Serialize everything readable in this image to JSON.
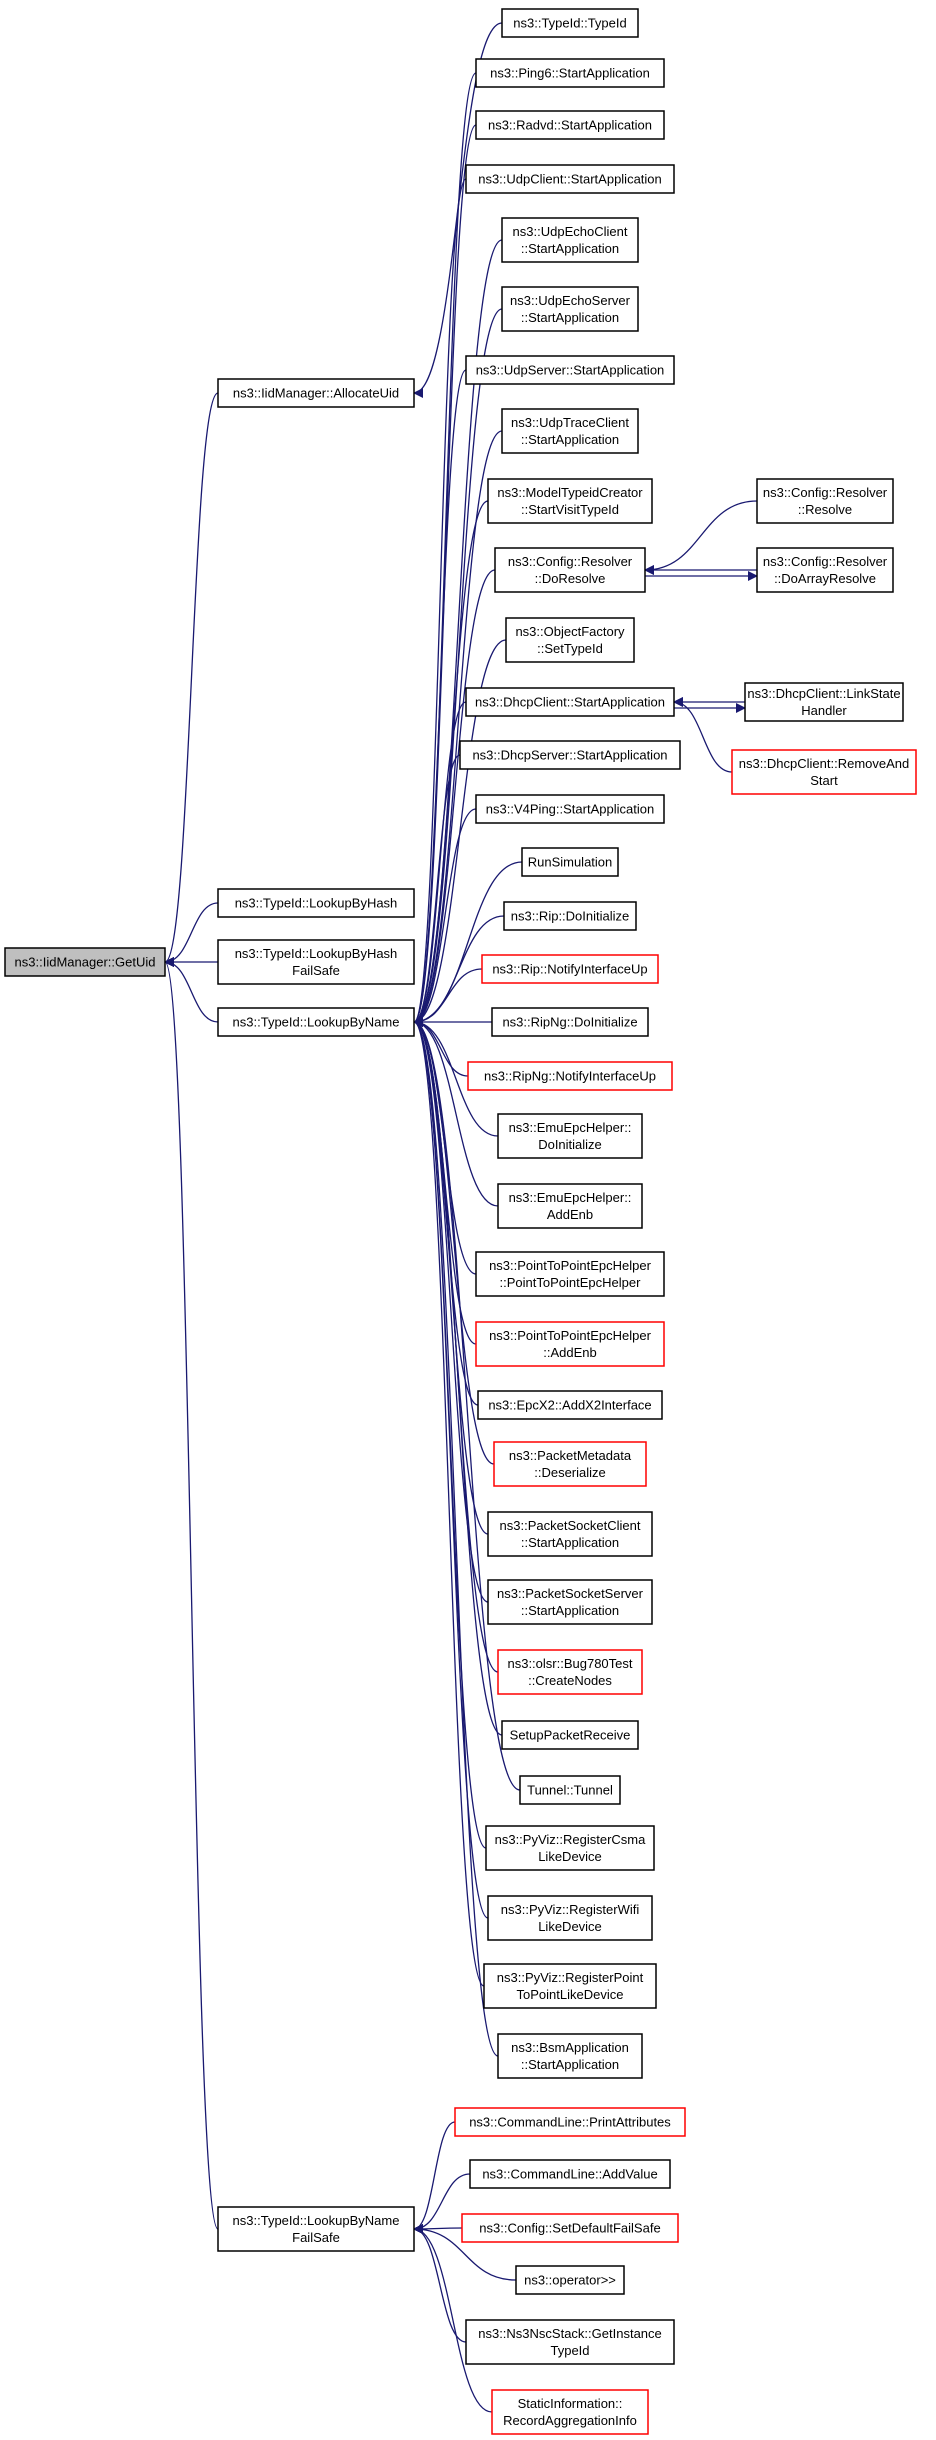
{
  "colors": {
    "edge": "#191970",
    "normal_border": "#000000",
    "truncated_border": "#ff0000",
    "root_fill": "#bfbfbf"
  },
  "nodes": {
    "getuid": {
      "lines": [
        "ns3::IidManager::GetUid"
      ],
      "truncated": false,
      "root": true
    },
    "allocateuid": {
      "lines": [
        "ns3::IidManager::AllocateUid"
      ],
      "truncated": false
    },
    "lookupbyhash": {
      "lines": [
        "ns3::TypeId::LookupByHash"
      ],
      "truncated": false
    },
    "lookupbyhashfailsafe": {
      "lines": [
        "ns3::TypeId::LookupByHash",
        "FailSafe"
      ],
      "truncated": false
    },
    "lookupbyname": {
      "lines": [
        "ns3::TypeId::LookupByName"
      ],
      "truncated": false
    },
    "lookupbynamefailsafe": {
      "lines": [
        "ns3::TypeId::LookupByName",
        "FailSafe"
      ],
      "truncated": false
    },
    "typeid": {
      "lines": [
        "ns3::TypeId::TypeId"
      ],
      "truncated": false
    },
    "ping6": {
      "lines": [
        "ns3::Ping6::StartApplication"
      ],
      "truncated": false
    },
    "radvd": {
      "lines": [
        "ns3::Radvd::StartApplication"
      ],
      "truncated": false
    },
    "udpclient": {
      "lines": [
        "ns3::UdpClient::StartApplication"
      ],
      "truncated": false
    },
    "udpechoclient": {
      "lines": [
        "ns3::UdpEchoClient",
        "::StartApplication"
      ],
      "truncated": false
    },
    "udpechoserver": {
      "lines": [
        "ns3::UdpEchoServer",
        "::StartApplication"
      ],
      "truncated": false
    },
    "udpserver": {
      "lines": [
        "ns3::UdpServer::StartApplication"
      ],
      "truncated": false
    },
    "udptraceclient": {
      "lines": [
        "ns3::UdpTraceClient",
        "::StartApplication"
      ],
      "truncated": false
    },
    "modeltypeid": {
      "lines": [
        "ns3::ModelTypeidCreator",
        "::StartVisitTypeId"
      ],
      "truncated": false
    },
    "doresolve": {
      "lines": [
        "ns3::Config::Resolver",
        "::DoResolve"
      ],
      "truncated": false
    },
    "resolve": {
      "lines": [
        "ns3::Config::Resolver",
        "::Resolve"
      ],
      "truncated": false
    },
    "doarrayresolve": {
      "lines": [
        "ns3::Config::Resolver",
        "::DoArrayResolve"
      ],
      "truncated": false
    },
    "objectfactory": {
      "lines": [
        "ns3::ObjectFactory",
        "::SetTypeId"
      ],
      "truncated": false
    },
    "dhcpclient": {
      "lines": [
        "ns3::DhcpClient::StartApplication"
      ],
      "truncated": false
    },
    "linkstate": {
      "lines": [
        "ns3::DhcpClient::LinkState",
        "Handler"
      ],
      "truncated": false
    },
    "removeandstart": {
      "lines": [
        "ns3::DhcpClient::RemoveAnd",
        "Start"
      ],
      "truncated": true
    },
    "dhcpserver": {
      "lines": [
        "ns3::DhcpServer::StartApplication"
      ],
      "truncated": false
    },
    "v4ping": {
      "lines": [
        "ns3::V4Ping::StartApplication"
      ],
      "truncated": false
    },
    "runsimulation": {
      "lines": [
        "RunSimulation"
      ],
      "truncated": false
    },
    "ripdoinit": {
      "lines": [
        "ns3::Rip::DoInitialize"
      ],
      "truncated": false
    },
    "ripnotify": {
      "lines": [
        "ns3::Rip::NotifyInterfaceUp"
      ],
      "truncated": true
    },
    "ripngdoinit": {
      "lines": [
        "ns3::RipNg::DoInitialize"
      ],
      "truncated": false
    },
    "ripngnotify": {
      "lines": [
        "ns3::RipNg::NotifyInterfaceUp"
      ],
      "truncated": true
    },
    "emudoinit": {
      "lines": [
        "ns3::EmuEpcHelper::",
        "DoInitialize"
      ],
      "truncated": false
    },
    "emuaddenb": {
      "lines": [
        "ns3::EmuEpcHelper::",
        "AddEnb"
      ],
      "truncated": false
    },
    "p2pctor": {
      "lines": [
        "ns3::PointToPointEpcHelper",
        "::PointToPointEpcHelper"
      ],
      "truncated": false
    },
    "p2paddenb": {
      "lines": [
        "ns3::PointToPointEpcHelper",
        "::AddEnb"
      ],
      "truncated": true
    },
    "epcx2": {
      "lines": [
        "ns3::EpcX2::AddX2Interface"
      ],
      "truncated": false
    },
    "packetmetadata": {
      "lines": [
        "ns3::PacketMetadata",
        "::Deserialize"
      ],
      "truncated": true
    },
    "psclient": {
      "lines": [
        "ns3::PacketSocketClient",
        "::StartApplication"
      ],
      "truncated": false
    },
    "psserver": {
      "lines": [
        "ns3::PacketSocketServer",
        "::StartApplication"
      ],
      "truncated": false
    },
    "bug780": {
      "lines": [
        "ns3::olsr::Bug780Test",
        "::CreateNodes"
      ],
      "truncated": true
    },
    "setuppacket": {
      "lines": [
        "SetupPacketReceive"
      ],
      "truncated": false
    },
    "tunnel": {
      "lines": [
        "Tunnel::Tunnel"
      ],
      "truncated": false
    },
    "pyvizcsma": {
      "lines": [
        "ns3::PyViz::RegisterCsma",
        "LikeDevice"
      ],
      "truncated": false
    },
    "pyvizwifi": {
      "lines": [
        "ns3::PyViz::RegisterWifi",
        "LikeDevice"
      ],
      "truncated": false
    },
    "pyvizp2p": {
      "lines": [
        "ns3::PyViz::RegisterPoint",
        "ToPointLikeDevice"
      ],
      "truncated": false
    },
    "bsm": {
      "lines": [
        "ns3::BsmApplication",
        "::StartApplication"
      ],
      "truncated": false
    },
    "printattrs": {
      "lines": [
        "ns3::CommandLine::PrintAttributes"
      ],
      "truncated": true
    },
    "addvalue": {
      "lines": [
        "ns3::CommandLine::AddValue"
      ],
      "truncated": false
    },
    "setdefaultfailsafe": {
      "lines": [
        "ns3::Config::SetDefaultFailSafe"
      ],
      "truncated": true
    },
    "operatorrr": {
      "lines": [
        "ns3::operator>>"
      ],
      "truncated": false
    },
    "ns3nsc": {
      "lines": [
        "ns3::Ns3NscStack::GetInstance",
        "TypeId"
      ],
      "truncated": false
    },
    "staticinfo": {
      "lines": [
        "StaticInformation::",
        "RecordAggregationInfo"
      ],
      "truncated": true
    }
  },
  "edges": [
    [
      "allocateuid",
      "getuid"
    ],
    [
      "lookupbyhash",
      "getuid"
    ],
    [
      "lookupbyhashfailsafe",
      "getuid"
    ],
    [
      "lookupbyname",
      "getuid"
    ],
    [
      "lookupbynamefailsafe",
      "getuid"
    ],
    [
      "typeid",
      "allocateuid"
    ],
    [
      "ping6",
      "lookupbyname"
    ],
    [
      "radvd",
      "lookupbyname"
    ],
    [
      "udpclient",
      "lookupbyname"
    ],
    [
      "udpechoclient",
      "lookupbyname"
    ],
    [
      "udpechoserver",
      "lookupbyname"
    ],
    [
      "udpserver",
      "lookupbyname"
    ],
    [
      "udptraceclient",
      "lookupbyname"
    ],
    [
      "modeltypeid",
      "lookupbyname"
    ],
    [
      "doresolve",
      "lookupbyname"
    ],
    [
      "objectfactory",
      "lookupbyname"
    ],
    [
      "dhcpclient",
      "lookupbyname"
    ],
    [
      "dhcpserver",
      "lookupbyname"
    ],
    [
      "v4ping",
      "lookupbyname"
    ],
    [
      "runsimulation",
      "lookupbyname"
    ],
    [
      "ripdoinit",
      "lookupbyname"
    ],
    [
      "ripnotify",
      "lookupbyname"
    ],
    [
      "ripngdoinit",
      "lookupbyname"
    ],
    [
      "ripngnotify",
      "lookupbyname"
    ],
    [
      "emudoinit",
      "lookupbyname"
    ],
    [
      "emuaddenb",
      "lookupbyname"
    ],
    [
      "p2pctor",
      "lookupbyname"
    ],
    [
      "p2paddenb",
      "lookupbyname"
    ],
    [
      "epcx2",
      "lookupbyname"
    ],
    [
      "packetmetadata",
      "lookupbyname"
    ],
    [
      "psclient",
      "lookupbyname"
    ],
    [
      "psserver",
      "lookupbyname"
    ],
    [
      "bug780",
      "lookupbyname"
    ],
    [
      "setuppacket",
      "lookupbyname"
    ],
    [
      "tunnel",
      "lookupbyname"
    ],
    [
      "pyvizcsma",
      "lookupbyname"
    ],
    [
      "pyvizwifi",
      "lookupbyname"
    ],
    [
      "pyvizp2p",
      "lookupbyname"
    ],
    [
      "bsm",
      "lookupbyname"
    ],
    [
      "resolve",
      "doresolve"
    ],
    [
      "doarrayresolve",
      "doresolve"
    ],
    [
      "doresolve",
      "doarrayresolve"
    ],
    [
      "linkstate",
      "dhcpclient"
    ],
    [
      "dhcpclient",
      "linkstate"
    ],
    [
      "removeandstart",
      "dhcpclient"
    ],
    [
      "printattrs",
      "lookupbynamefailsafe"
    ],
    [
      "addvalue",
      "lookupbynamefailsafe"
    ],
    [
      "setdefaultfailsafe",
      "lookupbynamefailsafe"
    ],
    [
      "operatorrr",
      "lookupbynamefailsafe"
    ],
    [
      "ns3nsc",
      "lookupbynamefailsafe"
    ],
    [
      "staticinfo",
      "lookupbynamefailsafe"
    ]
  ]
}
